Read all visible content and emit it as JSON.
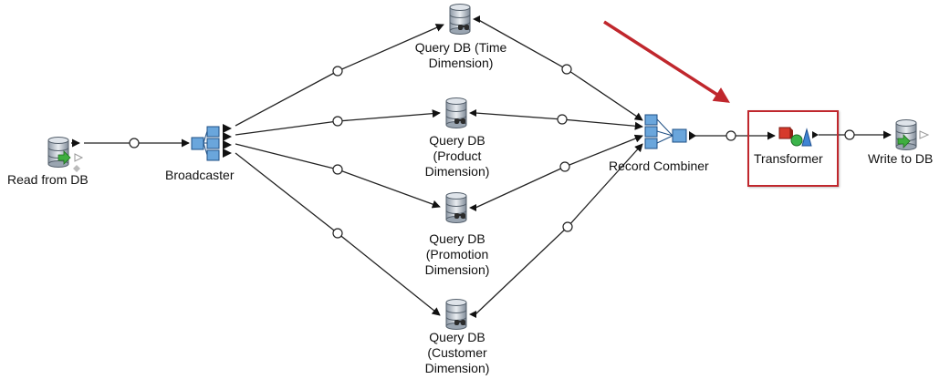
{
  "nodes": {
    "read_from_db": {
      "label": "Read from DB",
      "icon": "database-read-icon"
    },
    "broadcaster": {
      "label": "Broadcaster",
      "icon": "broadcaster-icon"
    },
    "query_time": {
      "label_lines": [
        "Query DB (Time",
        "Dimension)"
      ],
      "icon": "database-query-icon"
    },
    "query_product": {
      "label_lines": [
        "Query DB",
        "(Product",
        "Dimension)"
      ],
      "icon": "database-query-icon"
    },
    "query_promotion": {
      "label_lines": [
        "Query DB",
        "(Promotion",
        "Dimension)"
      ],
      "icon": "database-query-icon"
    },
    "query_customer": {
      "label_lines": [
        "Query DB",
        "(Customer",
        "Dimension)"
      ],
      "icon": "database-query-icon"
    },
    "record_combiner": {
      "label": "Record Combiner",
      "icon": "record-combiner-icon"
    },
    "transformer": {
      "label": "Transformer",
      "icon": "transformer-icon"
    },
    "write_to_db": {
      "label": "Write to DB",
      "icon": "database-write-icon"
    }
  },
  "colors": {
    "edge": "#222222",
    "highlight": "#c0272d",
    "arrow": "#c0272d",
    "db_body": "#b9c2cc",
    "port_blue": "#6aa6dc"
  }
}
